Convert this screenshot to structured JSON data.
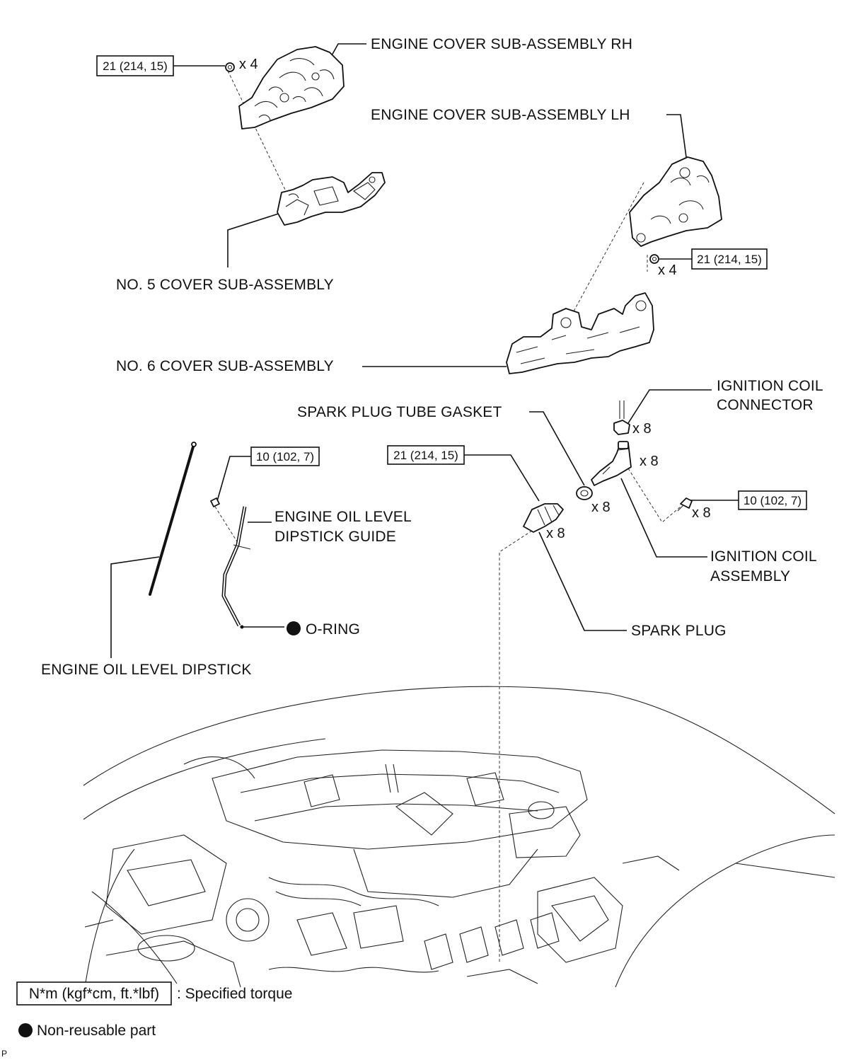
{
  "labels": {
    "engine_cover_rh": "ENGINE COVER SUB-ASSEMBLY RH",
    "engine_cover_lh": "ENGINE COVER SUB-ASSEMBLY LH",
    "no5_cover": "NO. 5 COVER SUB-ASSEMBLY",
    "no6_cover": "NO. 6 COVER SUB-ASSEMBLY",
    "spark_plug_tube_gasket": "SPARK PLUG TUBE GASKET",
    "ignition_coil_connector_1": "IGNITION COIL",
    "ignition_coil_connector_2": "CONNECTOR",
    "dipstick_guide_1": "ENGINE OIL LEVEL",
    "dipstick_guide_2": "DIPSTICK GUIDE",
    "ignition_coil_assembly_1": "IGNITION COIL",
    "ignition_coil_assembly_2": "ASSEMBLY",
    "o_ring": "O-RING",
    "spark_plug": "SPARK PLUG",
    "dipstick": "ENGINE OIL LEVEL DIPSTICK"
  },
  "torques": {
    "rh_cover_nut": "21 (214, 15)",
    "lh_cover_nut": "21 (214, 15)",
    "dipstick_guide_bolt": "10 (102, 7)",
    "spark_plug": "21 (214, 15)",
    "coil_bolt": "10 (102, 7)"
  },
  "quantities": {
    "rh_nut": "x 4",
    "lh_nut": "x 4",
    "coil_connector": "x 8",
    "coil_assembly": "x 8",
    "tube_gasket": "x 8",
    "coil_bolt": "x 8",
    "spark_plug": "x 8"
  },
  "legend": {
    "torque_unit": "N*m (kgf*cm, ft.*lbf)",
    "torque_text": ": Specified torque",
    "nonreusable_text": "Non-reusable part"
  },
  "corner_mark": "P"
}
